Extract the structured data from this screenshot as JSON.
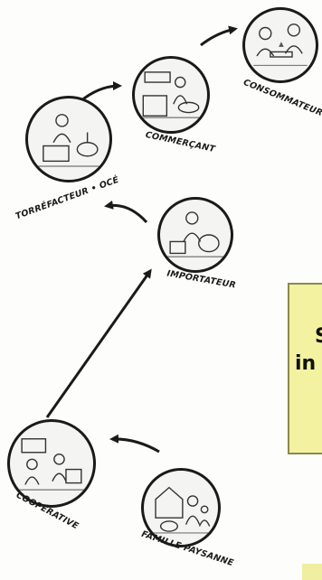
{
  "nodes": {
    "consommateur": {
      "label": "CONSOMMATEUR"
    },
    "commercant": {
      "label": "COMMERÇANT"
    },
    "torrefacteur": {
      "label": "TORRÉFACTEUR • OCÉ"
    },
    "importateur": {
      "label": "IMPORTATEUR"
    },
    "cooperative": {
      "label": "COOPÉRATIVE"
    },
    "famille": {
      "label": "FAMILLE PAYSANNE"
    }
  },
  "callout": {
    "line1": "S",
    "line2": "in"
  },
  "colors": {
    "ink": "#1a1a1a",
    "callout_fill": "#f2f2a0",
    "callout_border": "#8a8a50"
  }
}
